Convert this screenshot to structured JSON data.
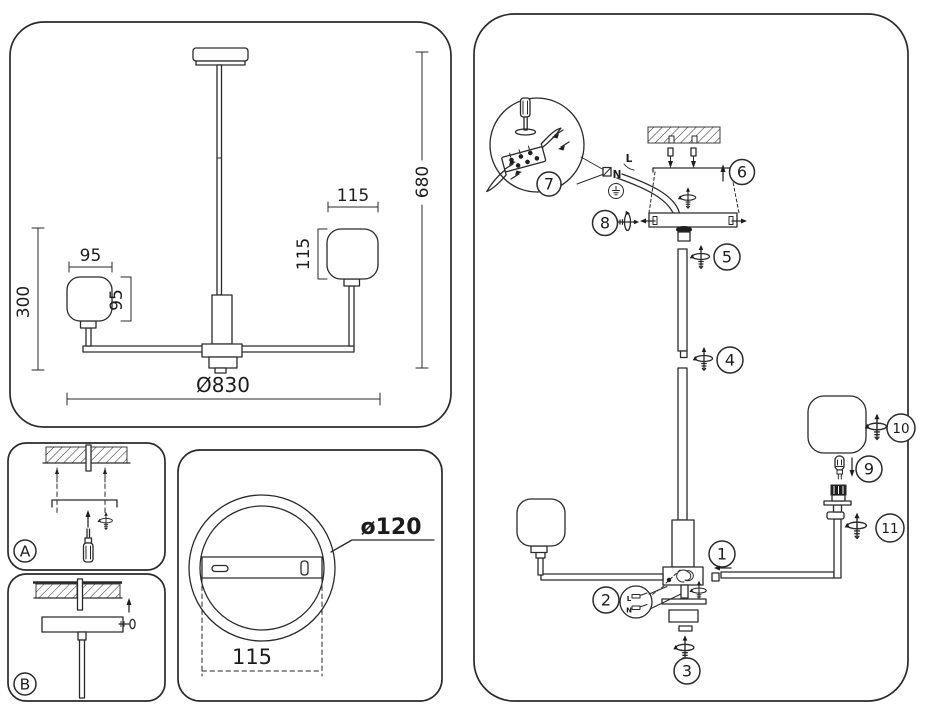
{
  "overview": {
    "total_height": "680",
    "drop_height": "300",
    "left_shade_width": "95",
    "left_shade_height": "95",
    "right_shade_width": "115",
    "right_shade_height": "115",
    "total_diameter": "Ø830"
  },
  "mounting_steps": {
    "step_a": "A",
    "step_b": "B"
  },
  "canopy_detail": {
    "diameter": "ø120",
    "bracket_spacing": "115"
  },
  "assembly": {
    "mains_line": "L",
    "mains_neutral": "N",
    "connector_line": "L",
    "connector_neutral": "N",
    "callouts": {
      "c1": "1",
      "c2": "2",
      "c3": "3",
      "c4": "4",
      "c5": "5",
      "c6": "6",
      "c7": "7",
      "c8": "8",
      "c9": "9",
      "c10": "10",
      "c11": "11"
    }
  },
  "colors": {
    "line": "#2a2a2a",
    "background": "#ffffff",
    "dark_fill": "#1e1e1e"
  }
}
